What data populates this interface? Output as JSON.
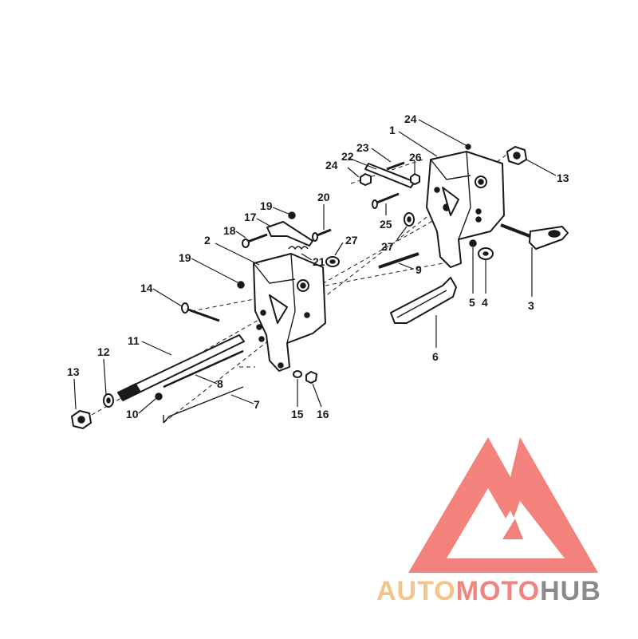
{
  "callouts": [
    {
      "id": "c1",
      "text": "1"
    },
    {
      "id": "c2",
      "text": "2"
    },
    {
      "id": "c3",
      "text": "3"
    },
    {
      "id": "c4",
      "text": "4"
    },
    {
      "id": "c5",
      "text": "5"
    },
    {
      "id": "c6",
      "text": "6"
    },
    {
      "id": "c7",
      "text": "7"
    },
    {
      "id": "c8",
      "text": "8"
    },
    {
      "id": "c9",
      "text": "9"
    },
    {
      "id": "c10",
      "text": "10"
    },
    {
      "id": "c11",
      "text": "11"
    },
    {
      "id": "c12",
      "text": "12"
    },
    {
      "id": "c13a",
      "text": "13"
    },
    {
      "id": "c13b",
      "text": "13"
    },
    {
      "id": "c14",
      "text": "14"
    },
    {
      "id": "c15",
      "text": "15"
    },
    {
      "id": "c16",
      "text": "16"
    },
    {
      "id": "c17",
      "text": "17"
    },
    {
      "id": "c18",
      "text": "18"
    },
    {
      "id": "c19a",
      "text": "19"
    },
    {
      "id": "c19b",
      "text": "19"
    },
    {
      "id": "c20",
      "text": "20"
    },
    {
      "id": "c21",
      "text": "21"
    },
    {
      "id": "c22",
      "text": "22"
    },
    {
      "id": "c23",
      "text": "23"
    },
    {
      "id": "c24a",
      "text": "24"
    },
    {
      "id": "c24b",
      "text": "24"
    },
    {
      "id": "c25",
      "text": "25"
    },
    {
      "id": "c26",
      "text": "26"
    },
    {
      "id": "c27a",
      "text": "27"
    },
    {
      "id": "c27b",
      "text": "27"
    }
  ],
  "watermark": {
    "word_auto": "AUTO",
    "word_moto": "MOTO",
    "word_hub": "HUB",
    "color_auto": "#f5c48a",
    "color_moto": "#f0857f",
    "color_hub": "#8a8a8a",
    "triangle_color": "#f37b76"
  }
}
